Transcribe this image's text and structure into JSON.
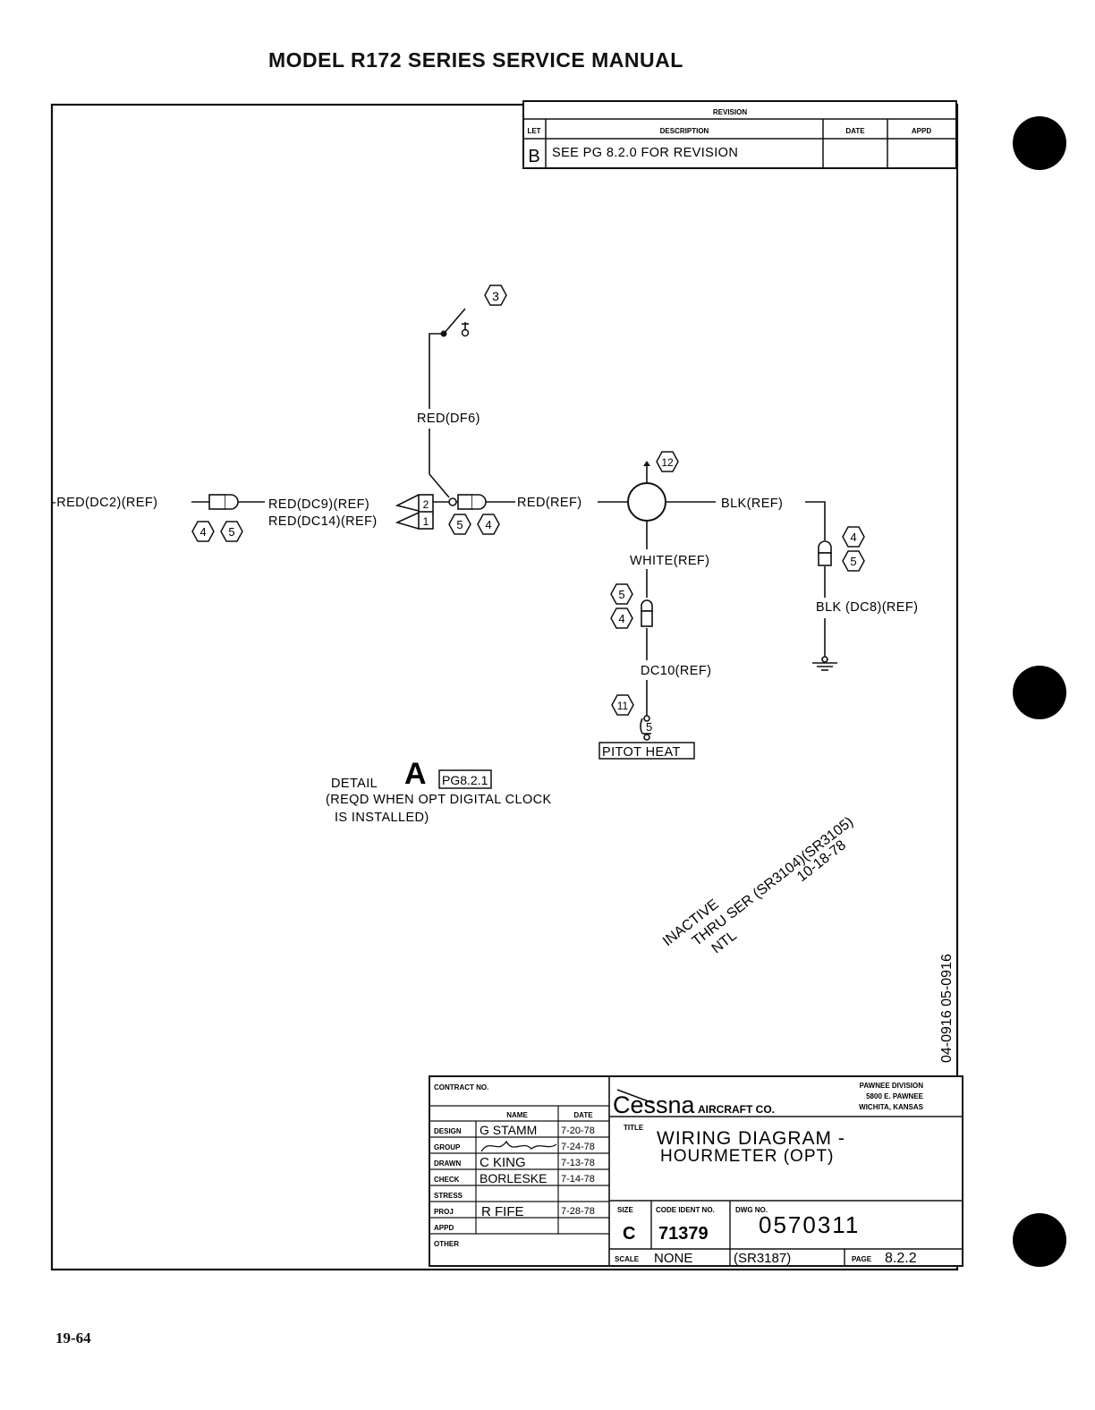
{
  "page": {
    "header": "MODEL R172 SERIES SERVICE MANUAL",
    "page_number": "19-64"
  },
  "revision": {
    "heading": "REVISION",
    "col_let": "LET",
    "col_desc": "DESCRIPTION",
    "col_date": "DATE",
    "col_appd": "APPD",
    "row_let": "B",
    "row_desc": "SEE PG 8.2.0 FOR REVISION"
  },
  "diagram": {
    "switch_ref": "3",
    "wire_df6": "RED(DF6)",
    "wire_dc2": "-RED(DC2)(REF)",
    "wire_dc9": "RED(DC9)(REF)",
    "wire_dc14": "RED(DC14)(REF)",
    "term_2": "2",
    "term_1": "1",
    "wire_red_ref": "RED(REF)",
    "wire_blk_ref": "BLK(REF)",
    "wire_white_ref": "WHITE(REF)",
    "wire_blk_dc8": "BLK (DC8)(REF)",
    "wire_dc10": "DC10(REF)",
    "meter_ref": "12",
    "breaker_ref": "11",
    "breaker_rating": "5",
    "pitot_label": "PITOT HEAT",
    "note_4": "4",
    "note_5": "5",
    "detail_label": "DETAIL",
    "detail_letter": "A",
    "detail_page": "PG8.2.1",
    "detail_note_1": "(REQD WHEN OPT DIGITAL CLOCK",
    "detail_note_2": "IS INSTALLED)"
  },
  "stamp": {
    "line1": "INACTIVE",
    "line2": "THRU SER (SR3104)(SR3105)",
    "line3": "NTL",
    "line4": "10-18-78",
    "vertical": "04-0916 05-0916"
  },
  "title_block": {
    "contract_label": "CONTRACT NO.",
    "col_name": "NAME",
    "col_date": "DATE",
    "rows": [
      {
        "role": "DESIGN",
        "name": "G STAMM",
        "date": "7-20-78"
      },
      {
        "role": "GROUP",
        "name": "",
        "date": "7-24-78"
      },
      {
        "role": "DRAWN",
        "name": "C KING",
        "date": "7-13-78"
      },
      {
        "role": "CHECK",
        "name": "BORLESKE",
        "date": "7-14-78"
      },
      {
        "role": "STRESS",
        "name": "",
        "date": ""
      },
      {
        "role": "PROJ",
        "name": "R FIFE",
        "date": "7-28-78"
      },
      {
        "role": "APPD",
        "name": "",
        "date": ""
      },
      {
        "role": "OTHER",
        "name": "",
        "date": ""
      }
    ],
    "company": "Cessna",
    "company_suffix": "AIRCRAFT CO.",
    "division_1": "PAWNEE DIVISION",
    "division_2": "5800 E. PAWNEE",
    "division_3": "WICHITA, KANSAS",
    "title_label": "TITLE",
    "title_1": "WIRING DIAGRAM -",
    "title_2": "HOURMETER (OPT)",
    "size_label": "SIZE",
    "size_value": "C",
    "code_label": "CODE IDENT NO.",
    "code_value": "71379",
    "dwg_label": "DWG NO.",
    "dwg_value": "0570311",
    "scale_label": "SCALE",
    "scale_value": "NONE",
    "ser_value": "(SR3187)",
    "page_label": "PAGE",
    "page_value": "8.2.2"
  }
}
